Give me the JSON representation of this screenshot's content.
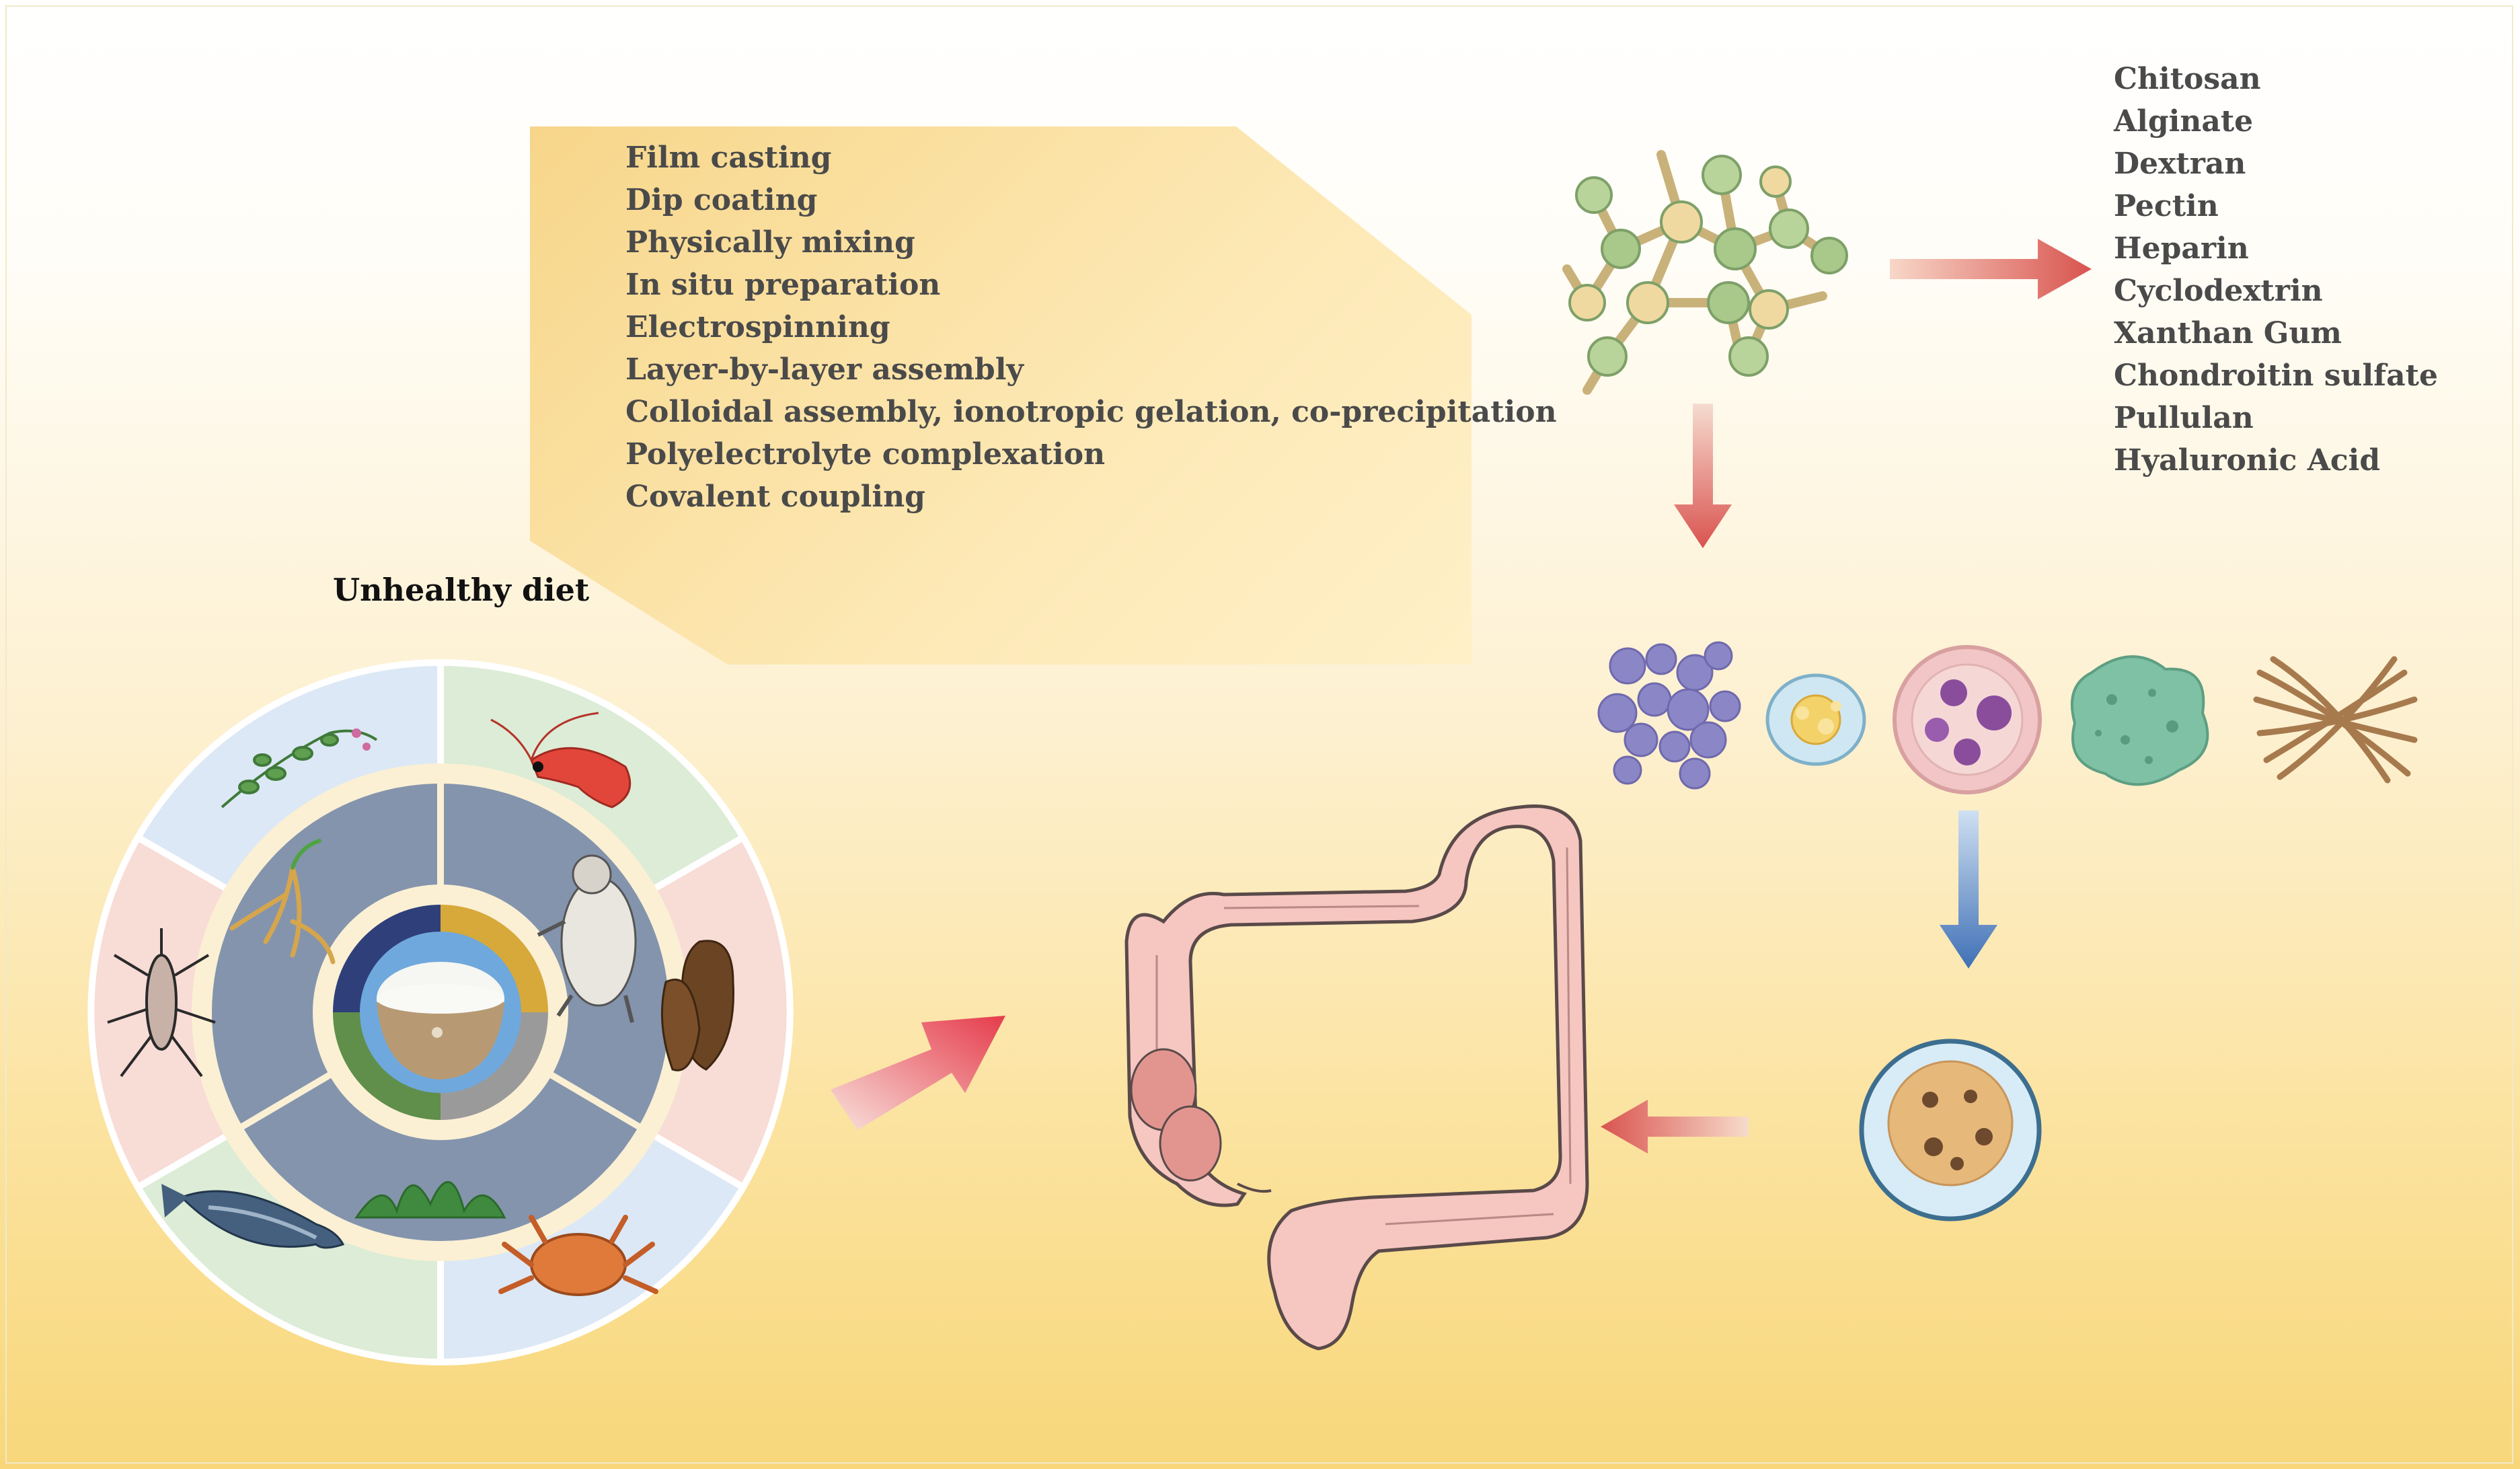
{
  "methods": {
    "items": [
      "Film casting",
      "Dip coating",
      "Physically mixing",
      "In situ preparation",
      "Electrospinning",
      "Layer-by-layer  assembly",
      "Colloidal assembly, ionotropic  gelation, co-precipitation",
      "Polyelectrolyte complexation",
      "Covalent coupling"
    ]
  },
  "polysaccharides": {
    "items": [
      "Chitosan",
      "Alginate",
      "Dextran",
      "Pectin",
      "Heparin",
      "Cyclodextrin",
      "Xanthan Gum",
      "Chondroitin sulfate",
      "Pullulan",
      "Hyaluronic Acid"
    ]
  },
  "diet": {
    "title": "Unhealthy diet"
  },
  "colors": {
    "arrow_red": "#e05a5a",
    "arrow_blue": "#4f7fc0",
    "ring_pink": "#f8dcd6",
    "ring_blue": "#dce8f5",
    "ring_green": "#dcecd6",
    "inner_slate": "#8494ad",
    "colon_pink": "#f6c6c0",
    "molecule_green": "#a8c98a"
  },
  "icons": [
    "polymer-network-icon",
    "nanoparticles-icon",
    "colon-icon",
    "rice-bowl-icon",
    "shrimp-icon",
    "crab-icon",
    "fish-icon",
    "sea-cucumber-icon",
    "insect-icon",
    "herb-icon",
    "ginseng-icon",
    "seaweed-icon",
    "animal-icon"
  ]
}
